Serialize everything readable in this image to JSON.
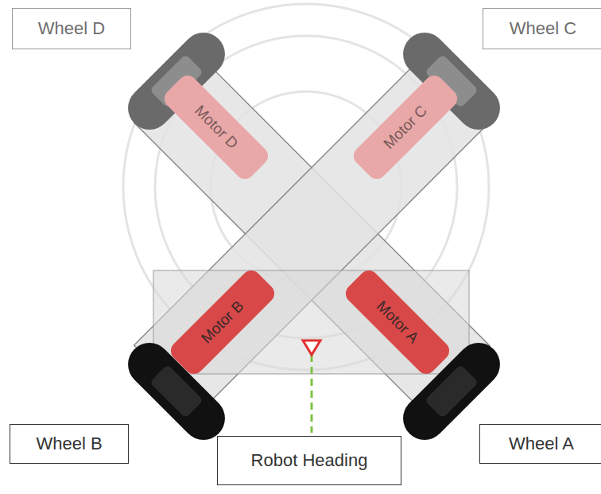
{
  "diagram": {
    "nodes": [
      {
        "text": [
          "Wheel D"
        ]
      },
      {
        "text": [
          "Wheel C"
        ]
      },
      {
        "text": [
          "Motor D"
        ]
      },
      {
        "text": [
          "Motor C"
        ]
      },
      {
        "text": [
          "Motor B"
        ]
      },
      {
        "text": [
          "Motor A"
        ]
      },
      {
        "text": [
          "Wheel B"
        ]
      },
      {
        "text": [
          "Wheel A"
        ]
      },
      {
        "text": [
          "Robot Heading"
        ]
      }
    ]
  }
}
